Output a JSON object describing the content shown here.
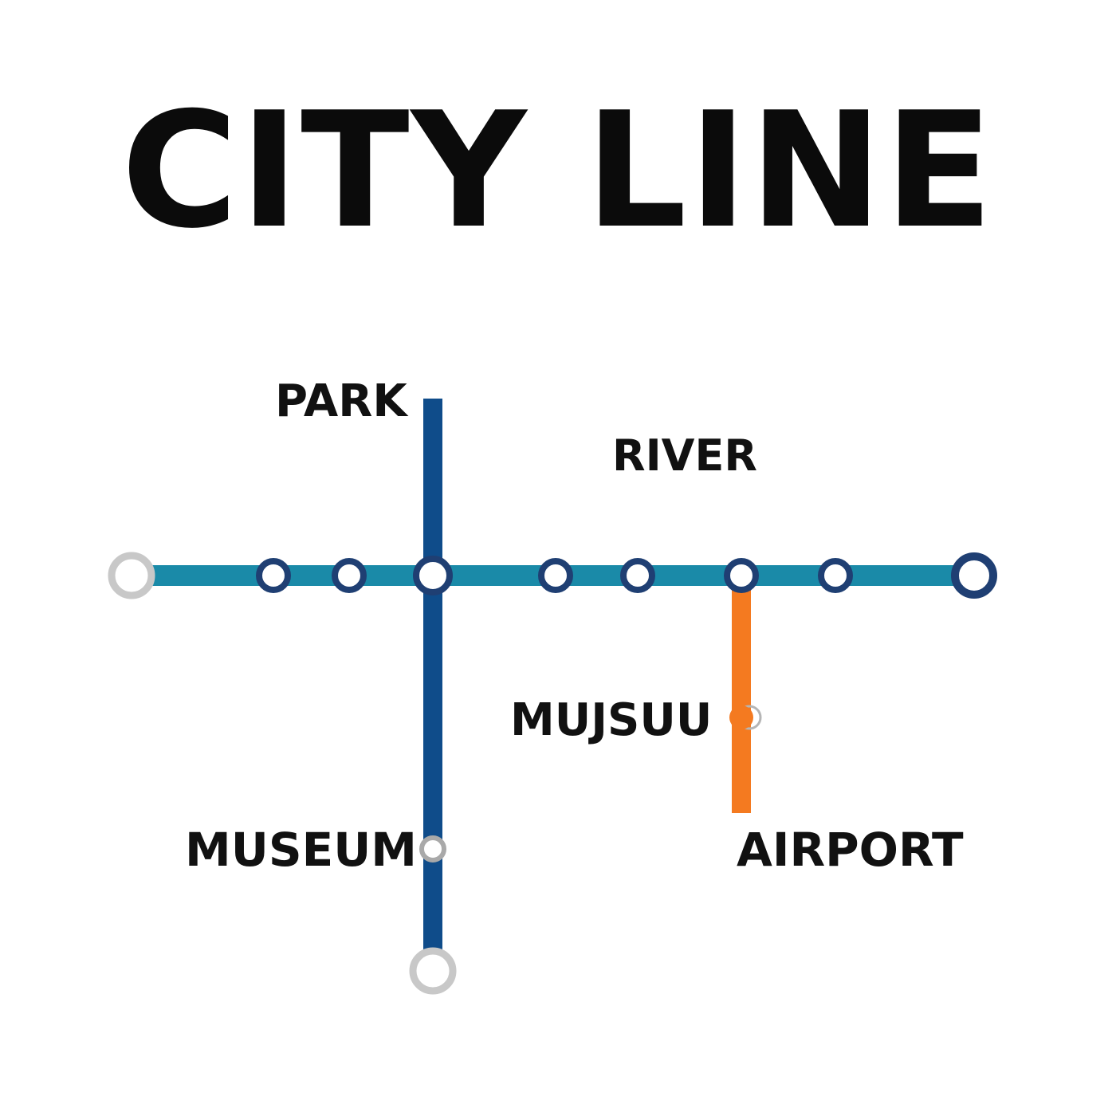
{
  "title": "CITY LINE",
  "labels": {
    "park": "PARK",
    "river": "RIVER",
    "mujsuu": "MUJSUU",
    "museum": "MUSEUM",
    "airport": "AIRPORT"
  },
  "colors": {
    "main_line": "#1a8aa8",
    "branch_line": "#0f4c8a",
    "airport_line": "#f47a20",
    "station_ring": "#1f3f73",
    "terminal_ring": "#c8c8c8",
    "text": "#111111"
  }
}
